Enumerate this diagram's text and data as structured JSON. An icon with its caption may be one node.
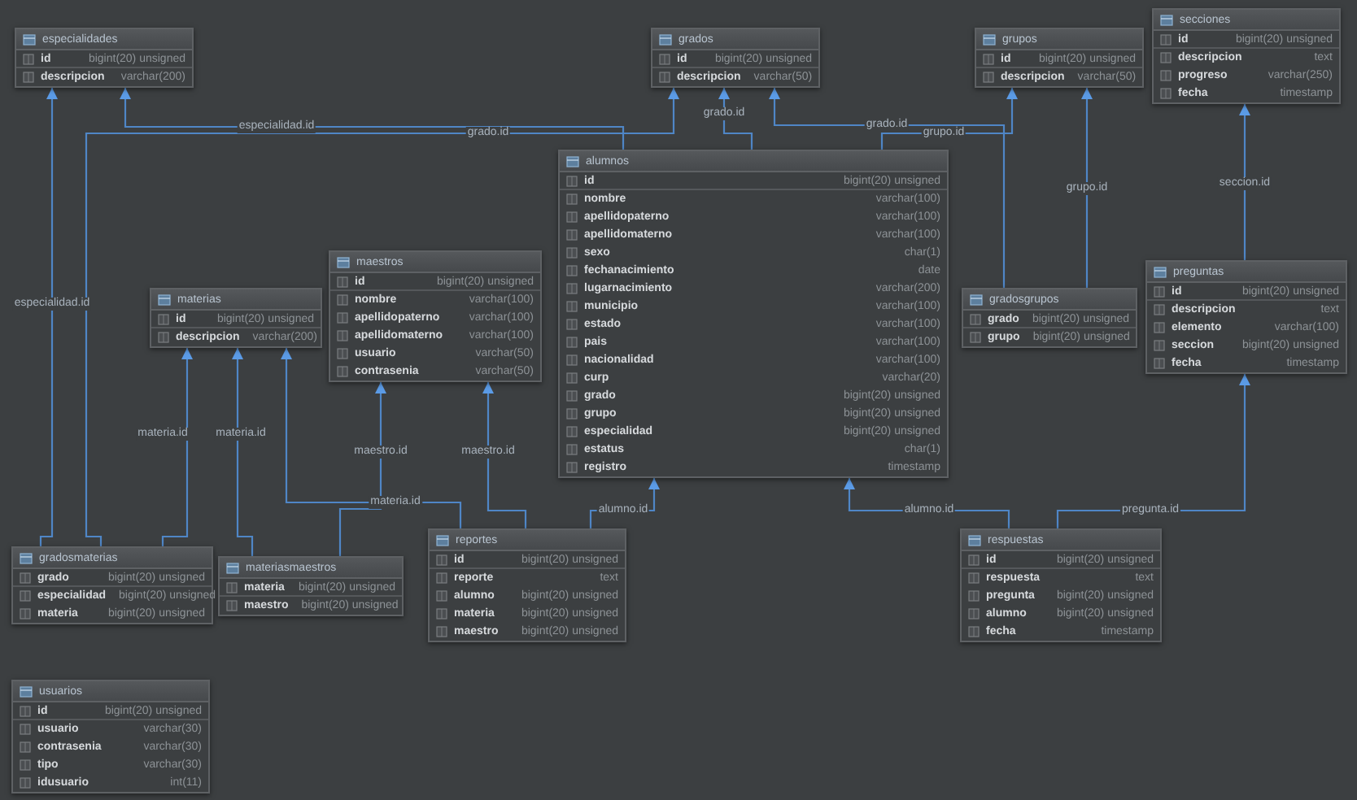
{
  "diagram": {
    "nodes": [
      {
        "text": [
          "especialidades",
          "id",
          "bigint(20) unsigned",
          "descripcion",
          "varchar(200)"
        ]
      },
      {
        "text": [
          "grados",
          "id",
          "bigint(20) unsigned",
          "descripcion",
          "varchar(50)"
        ]
      },
      {
        "text": [
          "grupos",
          "id",
          "bigint(20) unsigned",
          "descripcion",
          "varchar(50)"
        ]
      },
      {
        "text": [
          "secciones",
          "id",
          "bigint(20) unsigned",
          "descripcion",
          "text",
          "progreso",
          "varchar(250)",
          "fecha",
          "timestamp"
        ]
      },
      {
        "text": [
          "alumnos",
          "id",
          "bigint(20) unsigned",
          "nombre",
          "varchar(100)",
          "apellidopaterno",
          "varchar(100)",
          "apellidomaterno",
          "varchar(100)",
          "sexo",
          "char(1)",
          "fechanacimiento",
          "date",
          "lugarnacimiento",
          "varchar(200)",
          "municipio",
          "varchar(100)",
          "estado",
          "varchar(100)",
          "pais",
          "varchar(100)",
          "nacionalidad",
          "varchar(100)",
          "curp",
          "varchar(20)",
          "grado",
          "bigint(20) unsigned",
          "grupo",
          "bigint(20) unsigned",
          "especialidad",
          "bigint(20) unsigned",
          "estatus",
          "char(1)",
          "registro",
          "timestamp"
        ]
      },
      {
        "text": [
          "maestros",
          "id",
          "bigint(20) unsigned",
          "nombre",
          "varchar(100)",
          "apellidopaterno",
          "varchar(100)",
          "apellidomaterno",
          "varchar(100)",
          "usuario",
          "varchar(50)",
          "contrasenia",
          "varchar(50)"
        ]
      },
      {
        "text": [
          "materias",
          "id",
          "bigint(20) unsigned",
          "descripcion",
          "varchar(200)"
        ]
      },
      {
        "text": [
          "gradosgrupos",
          "grado",
          "bigint(20) unsigned",
          "grupo",
          "bigint(20) unsigned"
        ]
      },
      {
        "text": [
          "preguntas",
          "id",
          "bigint(20) unsigned",
          "descripcion",
          "text",
          "elemento",
          "varchar(100)",
          "seccion",
          "bigint(20) unsigned",
          "fecha",
          "timestamp"
        ]
      },
      {
        "text": [
          "gradosmaterias",
          "grado",
          "bigint(20) unsigned",
          "especialidad",
          "bigint(20) unsigned",
          "materia",
          "bigint(20) unsigned"
        ]
      },
      {
        "text": [
          "materiasmaestros",
          "materia",
          "bigint(20) unsigned",
          "maestro",
          "bigint(20) unsigned"
        ]
      },
      {
        "text": [
          "reportes",
          "id",
          "bigint(20) unsigned",
          "reporte",
          "text",
          "alumno",
          "bigint(20) unsigned",
          "materia",
          "bigint(20) unsigned",
          "maestro",
          "bigint(20) unsigned"
        ]
      },
      {
        "text": [
          "respuestas",
          "id",
          "bigint(20) unsigned",
          "respuesta",
          "text",
          "pregunta",
          "bigint(20) unsigned",
          "alumno",
          "bigint(20) unsigned",
          "fecha",
          "timestamp"
        ]
      },
      {
        "text": [
          "usuarios",
          "id",
          "bigint(20) unsigned",
          "usuario",
          "varchar(30)",
          "contrasenia",
          "varchar(30)",
          "tipo",
          "varchar(30)",
          "idusuario",
          "int(11)"
        ]
      }
    ],
    "edges": [
      {
        "from": 4,
        "to": 0,
        "arrow": "to",
        "label": "especialidad.id"
      },
      {
        "from": 9,
        "to": 0,
        "arrow": "to",
        "label": "especialidad.id"
      },
      {
        "from": 9,
        "to": 1,
        "arrow": "to",
        "label": "grado.id"
      },
      {
        "from": 9,
        "to": 6,
        "arrow": "to",
        "label": "materia.id"
      },
      {
        "from": 10,
        "to": 6,
        "arrow": "to",
        "label": "materia.id"
      },
      {
        "from": 4,
        "to": 1,
        "arrow": "to",
        "label": "grado.id"
      },
      {
        "from": 7,
        "to": 1,
        "arrow": "to",
        "label": "grado.id"
      },
      {
        "from": 4,
        "to": 2,
        "arrow": "to",
        "label": "grupo.id"
      },
      {
        "from": 7,
        "to": 2,
        "arrow": "to",
        "label": "grupo.id"
      },
      {
        "from": 8,
        "to": 3,
        "arrow": "to",
        "label": "seccion.id"
      },
      {
        "from": 11,
        "to": 6,
        "arrow": "to",
        "label": "materia.id"
      },
      {
        "from": 10,
        "to": 5,
        "arrow": "to",
        "label": "maestro.id"
      },
      {
        "from": 11,
        "to": 5,
        "arrow": "to",
        "label": "maestro.id"
      },
      {
        "from": 11,
        "to": 4,
        "arrow": "to",
        "label": "alumno.id"
      },
      {
        "from": 12,
        "to": 4,
        "arrow": "to",
        "label": "alumno.id"
      },
      {
        "from": 12,
        "to": 8,
        "arrow": "to",
        "label": "pregunta.id"
      }
    ]
  }
}
